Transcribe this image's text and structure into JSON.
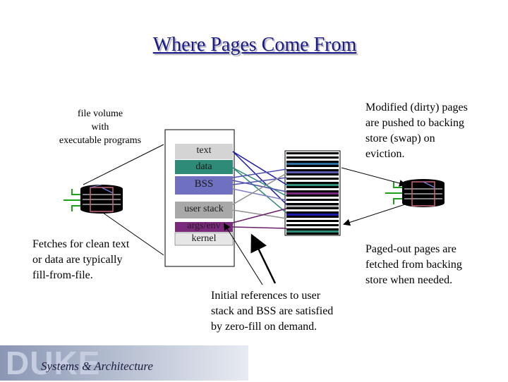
{
  "title": "Where Pages Come From",
  "labels": {
    "file_volume": [
      "file volume",
      "with",
      "executable programs"
    ],
    "dirty_pages": [
      "Modified (dirty) pages",
      "are pushed to backing",
      "store (swap) on",
      "eviction."
    ],
    "fetches_clean": [
      "Fetches for clean text",
      "or data are typically",
      "fill-from-file."
    ],
    "paged_out": [
      "Paged-out pages are",
      "fetched from backing",
      "store when needed."
    ],
    "initial_refs": [
      "Initial references to user",
      "stack and BSS are satisfied",
      "by zero-fill on demand."
    ]
  },
  "segments": {
    "text": "text",
    "data": "data",
    "bss": "BSS",
    "user_stack": "user stack",
    "args_env": "args/env",
    "kernel": "kernel"
  },
  "colors": {
    "title": "#1a1a8c",
    "text_seg": "#d4d4d4",
    "data_seg": "#2e8b78",
    "bss_seg": "#7070c0",
    "stack_seg": "#a8a8a8",
    "args_seg": "#7a2a7a",
    "kernel_seg": "#e6e6e6",
    "disk_outline": "#cc6677",
    "disk_axis": "#7080d0",
    "connector": "#1aa31a"
  },
  "footer": {
    "logo": "DUKE",
    "subtitle": "Systems & Architecture"
  }
}
